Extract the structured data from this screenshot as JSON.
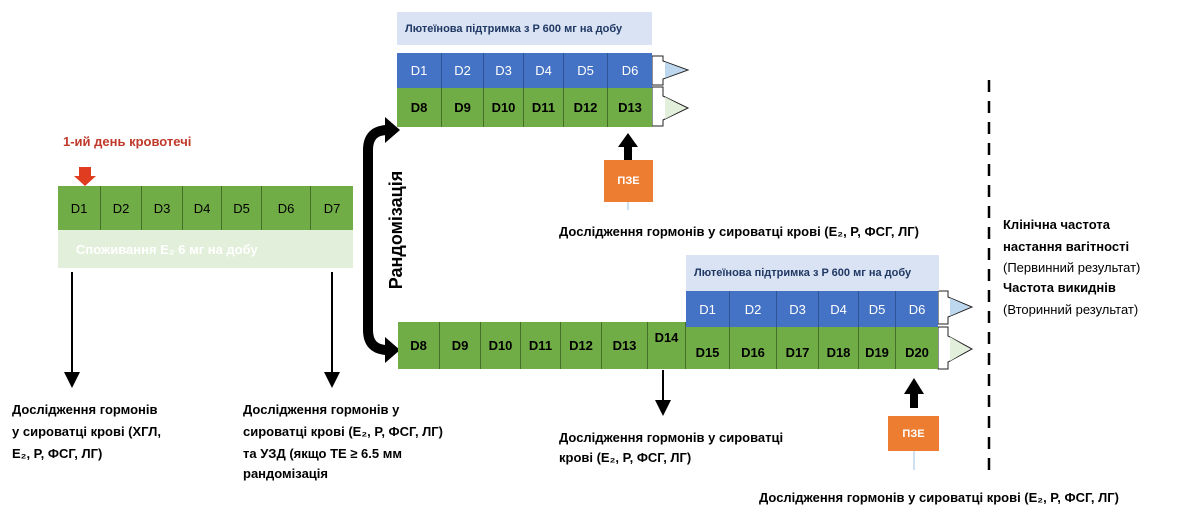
{
  "bleeding_label": "1-ий день кровотечі",
  "row1": {
    "cells": [
      "D1",
      "D2",
      "D3",
      "D4",
      "D5",
      "D6",
      "D7"
    ],
    "bar_text": "Споживання E₂ 6 мг на добу"
  },
  "randomization_label": "Рандомізація",
  "top_branch": {
    "banner": "Лютеїнова підтримка з P 600 мг на добу",
    "blue_cells": [
      "D1",
      "D2",
      "D3",
      "D4",
      "D5",
      "D6"
    ],
    "green_cells": [
      "D8",
      "D9",
      "D10",
      "D11",
      "D12",
      "D13"
    ],
    "pze_label": "ПЗЕ",
    "caption": "Дослідження гормонів у сироватці крові (E₂, P, ФСГ, ЛГ)"
  },
  "bottom_branch": {
    "banner": "Лютеїнова підтримка з P 600 мг на добу",
    "green_cells": [
      "D8",
      "D9",
      "D10",
      "D11",
      "D12",
      "D13",
      "D14"
    ],
    "blue_cells": [
      "D1",
      "D2",
      "D3",
      "D4",
      "D5",
      "D6"
    ],
    "green_cells_2": [
      "D15",
      "D16",
      "D17",
      "D18",
      "D19",
      "D20"
    ],
    "pze_label": "ПЗЕ",
    "caption_mid_1": "Дослідження гормонів у сироватці",
    "caption_mid_2": "крові (E₂, P, ФСГ, ЛГ)",
    "caption_bottom": "Дослідження гормонів у сироватці крові (E₂, P, ФСГ, ЛГ)"
  },
  "left_caption": {
    "line1": "Дослідження гормонів",
    "line2": "у сироватці крові (ХГЛ,",
    "line3": "E₂, P, ФСГ, ЛГ)"
  },
  "mid_caption": {
    "line1": "Дослідження гормонів у",
    "line2": "сироватці крові (E₂, P, ФСГ, ЛГ)",
    "line3": "та УЗД (якщо ТЕ ≥ 6.5 мм",
    "line4": "рандомізація"
  },
  "outcomes": {
    "line1": "Клінічна частота",
    "line2": "настання вагітності",
    "line3": "(Первинний результат)",
    "line4": "Частота викиднів",
    "line5": "(Вторинний результат)"
  },
  "colors": {
    "green": "#70ad47",
    "blue": "#4472c4",
    "banner": "#dae3f3",
    "orange": "#ed7d31",
    "red": "#e03c20",
    "dark_red": "#c0392b"
  }
}
